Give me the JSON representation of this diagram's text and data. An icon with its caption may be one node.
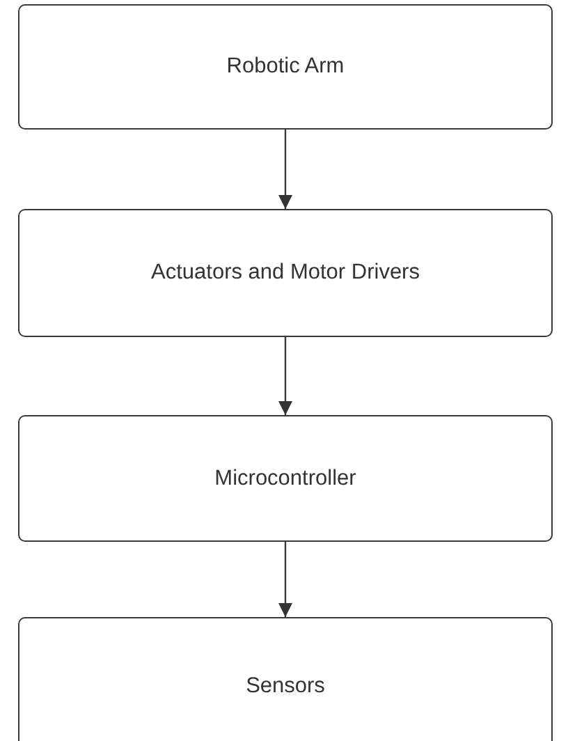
{
  "diagram": {
    "nodes": [
      {
        "text": [
          "Robotic Arm"
        ]
      },
      {
        "text": [
          "Actuators and Motor Drivers"
        ]
      },
      {
        "text": [
          "Microcontroller"
        ]
      },
      {
        "text": [
          "Sensors"
        ]
      }
    ],
    "edges": [
      {
        "from": 0,
        "to": 1,
        "arrow": "to"
      },
      {
        "from": 1,
        "to": 2,
        "arrow": "to"
      },
      {
        "from": 2,
        "to": 3,
        "arrow": "to"
      }
    ]
  }
}
